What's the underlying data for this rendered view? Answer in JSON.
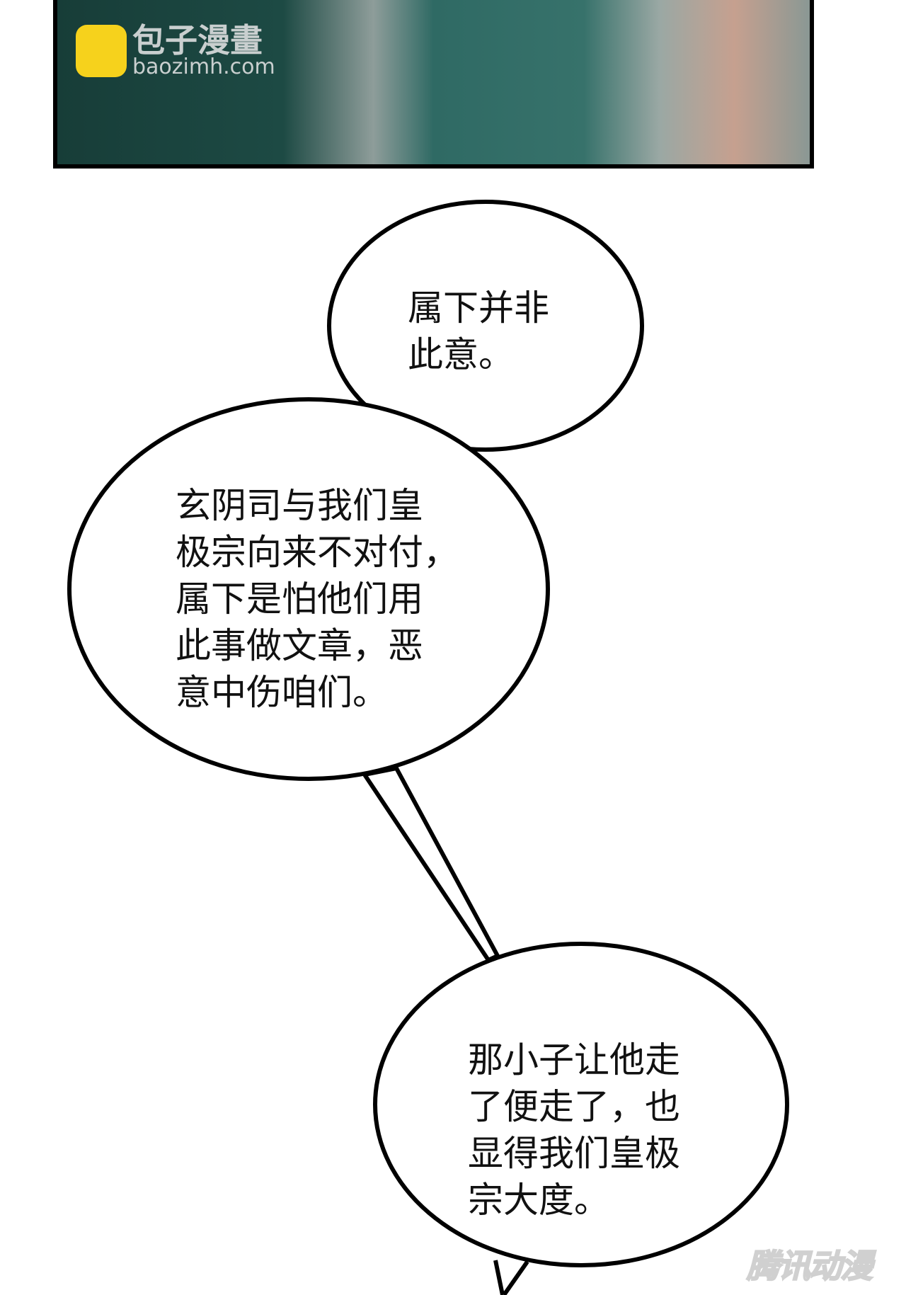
{
  "watermark_top": {
    "name_cn": "包子漫畫",
    "domain": "baozimh.com"
  },
  "bubbles": [
    {
      "lines": "属下并非\n此意。"
    },
    {
      "lines": "玄阴司与我们皇\n极宗向来不对付，\n属下是怕他们用\n此事做文章，恶\n意中伤咱们。"
    },
    {
      "lines": "那小子让他走\n了便走了，也\n显得我们皇极\n宗大度。"
    }
  ],
  "watermark_bottom": "腾讯动漫",
  "colors": {
    "logo_yellow": "#f6d21c",
    "panel_teal": "#2f6a64"
  }
}
